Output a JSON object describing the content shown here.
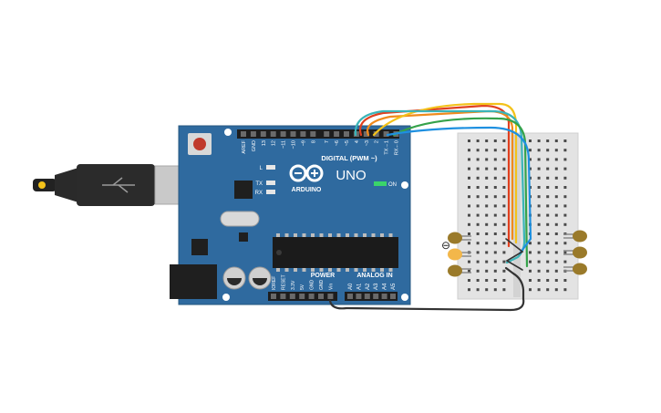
{
  "board": {
    "brand": "ARDUINO",
    "model": "UNO",
    "digital_header_label": "DIGITAL (PWM ~)",
    "power_label": "POWER",
    "analog_label": "ANALOG IN",
    "on_label": "ON",
    "l_label": "L",
    "tx_label": "TX",
    "rx_label": "RX",
    "digital_pins": [
      "AREF",
      "GND",
      "13",
      "12",
      "~11",
      "~10",
      "~9",
      "8",
      "7",
      "~6",
      "~5",
      "4",
      "~3",
      "2",
      "TX→1",
      "RX←0"
    ],
    "power_pins": [
      "IOREF",
      "RESET",
      "3.3V",
      "5V",
      "GND",
      "GND",
      "Vin"
    ],
    "analog_pins": [
      "A0",
      "A1",
      "A2",
      "A3",
      "A4",
      "A5"
    ]
  },
  "breadboard": {
    "minus_symbol": "⊖"
  },
  "components": {
    "leds_left_count": 3,
    "leds_right_count": 3,
    "lit_led_index": 1
  },
  "colors": {
    "board_blue": "#2f6a9f",
    "wire_red": "#e0401f",
    "wire_orange": "#f08a1c",
    "wire_yellow": "#f3c21a",
    "wire_teal": "#3bb4b8",
    "wire_blue": "#1e90e0",
    "wire_green": "#35a24a",
    "wire_black": "#333333",
    "led_off": "#9a7a2a",
    "led_on": "#f3b74a"
  }
}
